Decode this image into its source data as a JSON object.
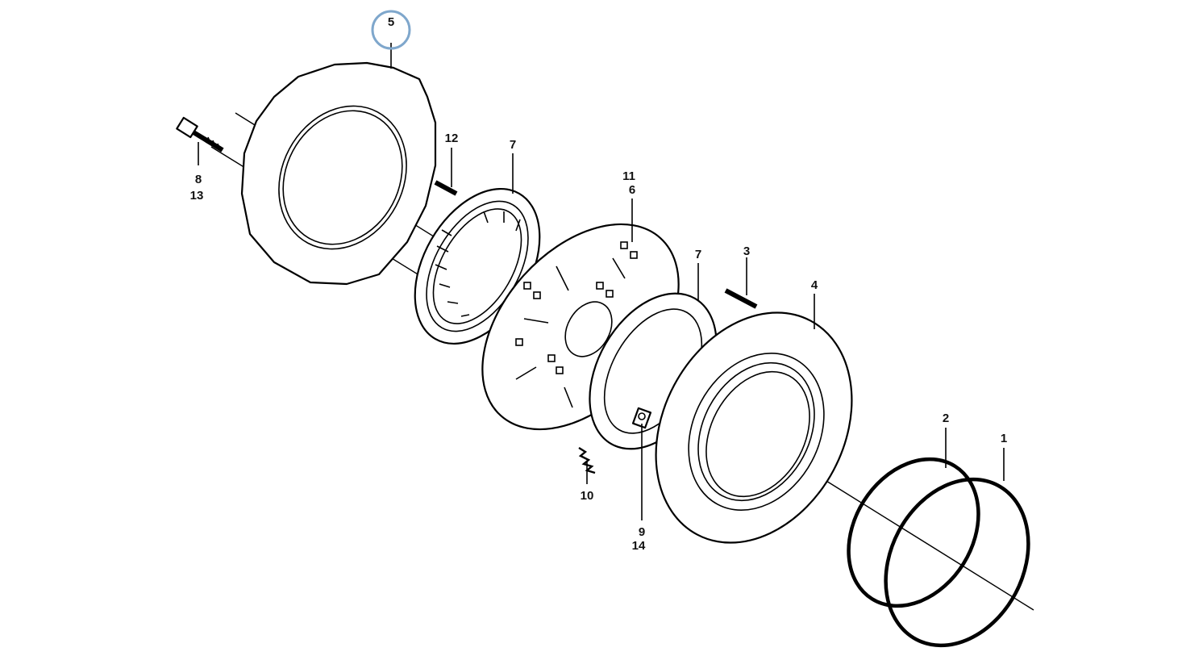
{
  "diagram": {
    "callouts": {
      "c5": "5",
      "c8": "8",
      "c13": "13",
      "c12": "12",
      "c7a": "7",
      "c11": "11",
      "c6": "6",
      "c7b": "7",
      "c3": "3",
      "c4": "4",
      "c2": "2",
      "c1": "1",
      "c10": "10",
      "c9": "9",
      "c14": "14"
    },
    "highlighted_callout": "5",
    "highlight_color": "#7fa7cc"
  }
}
